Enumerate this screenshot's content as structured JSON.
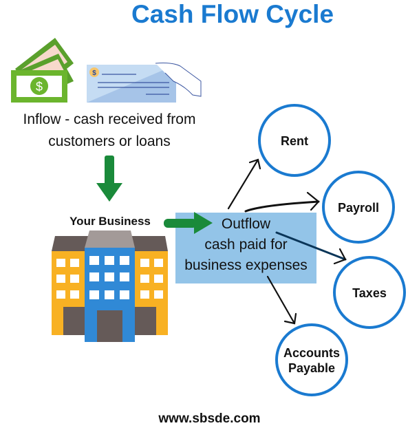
{
  "title": "Cash Flow Cycle",
  "inflow": {
    "line1": "Inflow - cash received from",
    "line2": "customers or loans"
  },
  "business": {
    "label": "Your Business"
  },
  "outflow": {
    "title": "Outflow",
    "line1": "cash paid for",
    "line2": "business expenses"
  },
  "expenses": [
    {
      "label": "Rent"
    },
    {
      "label": "Payroll"
    },
    {
      "label": "Taxes"
    },
    {
      "label": "Accounts",
      "label2": "Payable"
    }
  ],
  "footer": {
    "url": "www.sbsde.com"
  },
  "colors": {
    "accent": "#1a7ad0",
    "arrow_green": "#1a8a3a",
    "box": "#93c4e8"
  }
}
